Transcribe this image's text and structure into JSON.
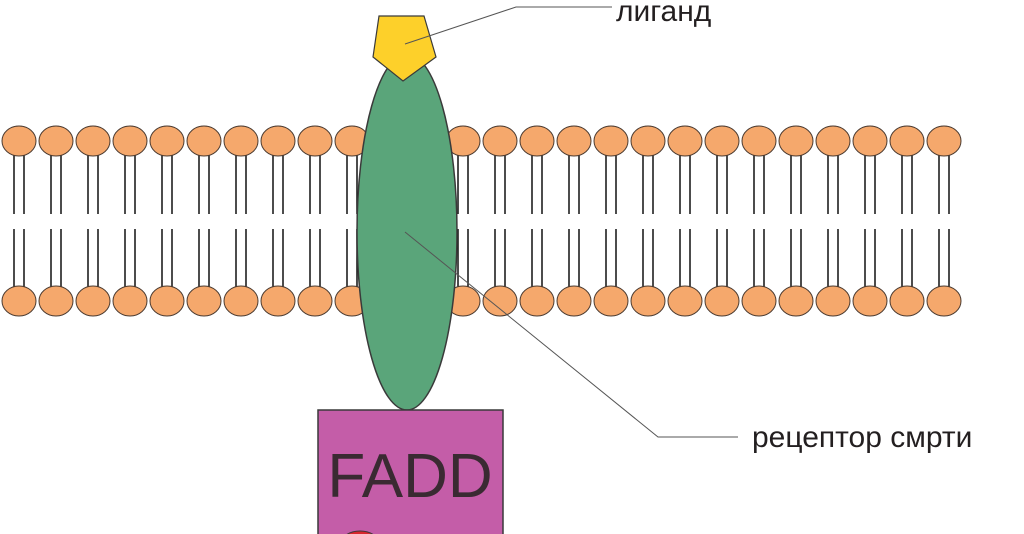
{
  "labels": {
    "ligand": "лиганд",
    "death_receptor": "рецептор смрти",
    "adaptor": "FADD"
  },
  "colors": {
    "lipid_head": "#f5a86c",
    "lipid_outline": "#4a3a30",
    "receptor": "#5aa57a",
    "ligand": "#fdd02a",
    "adaptor": "#c45da8",
    "partial_shape": "#d8282e",
    "leader_line": "#555555"
  }
}
